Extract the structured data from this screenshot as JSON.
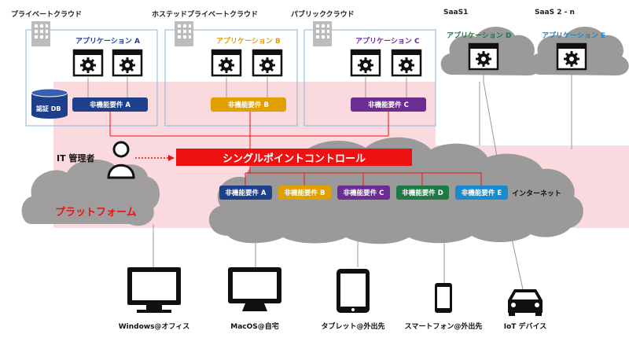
{
  "colors": {
    "blue": "#1e3f8a",
    "gold": "#e0a000",
    "purple": "#6b2d92",
    "green": "#1d7a44",
    "skyblue": "#1a8ad0",
    "red": "#ee1111",
    "platform_fill": "#fadadf",
    "cloud": "#9a9a9a"
  },
  "sections": {
    "private": "プライベートクラウド",
    "hosted": "ホステッドプライベートクラウド",
    "public": "パブリッククラウド",
    "saas1": "SaaS1",
    "saas2": "SaaS 2 - n"
  },
  "apps": {
    "a": "アプリケーション A",
    "b": "アプリケーション B",
    "c": "アプリケーション C",
    "d": "アプリケーション D",
    "e": "アプリケーション E"
  },
  "auth_db": "認証 DB",
  "top_reqs": {
    "a": "非機能要件 A",
    "b": "非機能要件 B",
    "c": "非機能要件 C"
  },
  "admin": "IT 管理者",
  "single_point": "シングルポイントコントロール",
  "platform": "プラットフォーム",
  "bottom_reqs": [
    "非機能要件 A",
    "非機能要件 B",
    "非機能要件 C",
    "非機能要件 D",
    "非機能要件 E"
  ],
  "internet": "インターネット",
  "devices": {
    "windows": "Windows@オフィス",
    "mac": "MacOS@自宅",
    "tablet": "タブレット@外出先",
    "phone": "スマートフォン@外出先",
    "iot": "IoT デバイス"
  },
  "icons": [
    "building-icon",
    "gear-window-icon",
    "database-icon",
    "person-icon",
    "monitor-icon",
    "tablet-icon",
    "smartphone-icon",
    "car-icon",
    "cloud-icon"
  ]
}
